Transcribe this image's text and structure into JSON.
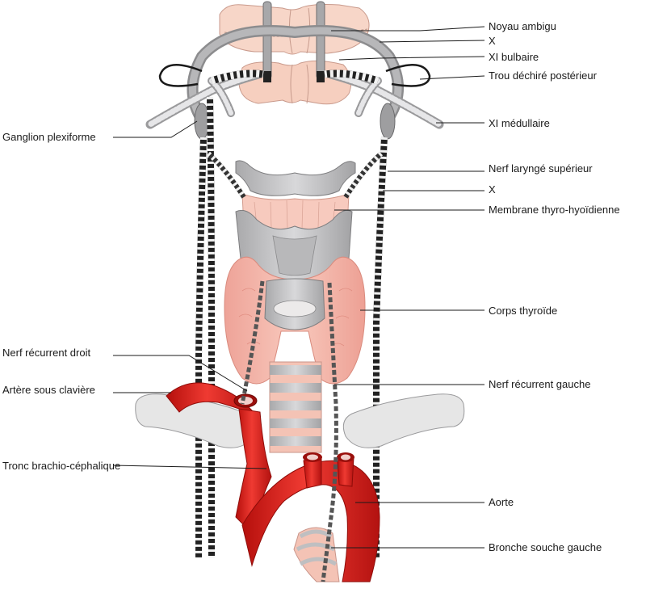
{
  "labels": {
    "right": [
      "Noyau ambigu",
      "X",
      "XI bulbaire",
      "Trou déchiré postérieur",
      "XI médullaire",
      "Nerf laryngé supérieur",
      "X",
      "Membrane thyro-hyoïdienne",
      "Corps thyroïde",
      "Nerf récurrent gauche",
      "Aorte",
      "Bronche souche gauche"
    ],
    "left": [
      "Ganglion plexiforme",
      "Nerf récurrent droit",
      "Artère sous clavière",
      "Tronc brachio-céphalique"
    ]
  },
  "colors": {
    "spinal_cord": "#f6d2c4",
    "cartilage": "#c9c9cb",
    "thyroid": "#f2a99f",
    "artery": "#e0201c",
    "clavicle": "#e4e4e4",
    "nerve_dark": "#2a2a2a",
    "nerve_stripe": "#f2f2f2"
  }
}
